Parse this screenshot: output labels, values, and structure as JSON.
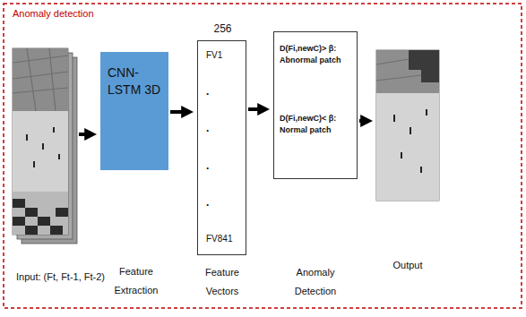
{
  "diagram": {
    "title": "Anomaly detection",
    "nodes": [
      {
        "text": [
          "Input: (Ft, Ft-1, Ft-2)"
        ]
      },
      {
        "text": [
          "CNN-LSTM 3D",
          "Feature Extraction"
        ]
      },
      {
        "text": [
          "256",
          "FV1",
          ".",
          ".",
          ".",
          ".",
          "FV841",
          "Feature Vectors"
        ]
      },
      {
        "text": [
          "D(Fi,newC)> β:",
          "Abnormal patch",
          "D(Fi,newC)< β:",
          "Normal patch",
          "Anomaly Detection"
        ]
      },
      {
        "text": [
          "Output"
        ]
      }
    ],
    "edges": [
      {
        "from": 0,
        "to": 1,
        "arrow": "to"
      },
      {
        "from": 1,
        "to": 2,
        "arrow": "to"
      },
      {
        "from": 2,
        "to": 3,
        "arrow": "to"
      },
      {
        "from": 3,
        "to": 4,
        "arrow": "to"
      }
    ]
  }
}
